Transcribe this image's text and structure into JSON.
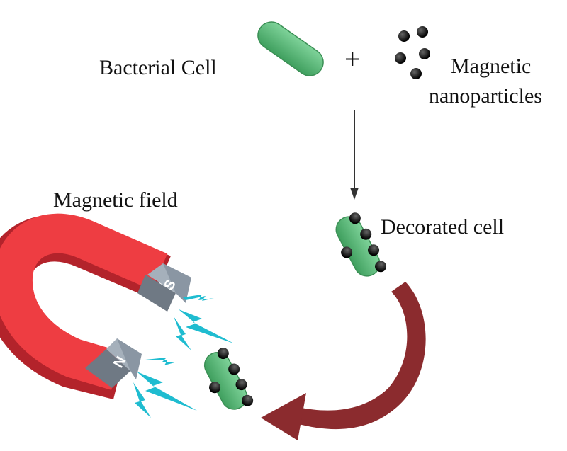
{
  "labels": {
    "bacterial_cell": "Bacterial Cell",
    "plus": "+",
    "magnetic_line1": "Magnetic",
    "magnetic_line2": "nanoparticles",
    "decorated_cell": "Decorated cell",
    "magnetic_field": "Magnetic field",
    "pole_south": "S",
    "pole_north": "N"
  },
  "colors": {
    "cell_green": "#5dbb7a",
    "magnet_red": "#e8383d",
    "pole_gray": "#8a96a3",
    "field_cyan": "#1fbcd0",
    "arrow_maroon": "#8b2b2e"
  }
}
